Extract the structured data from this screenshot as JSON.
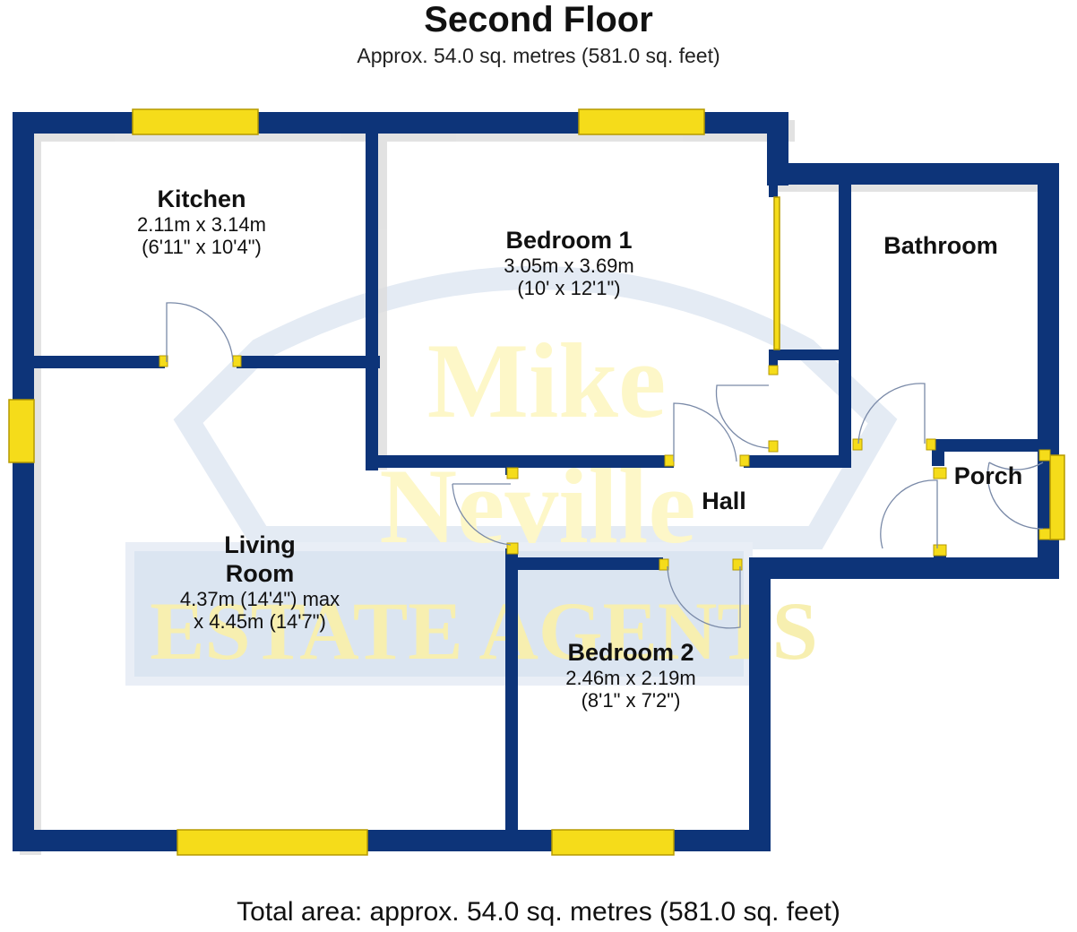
{
  "floor": {
    "title": "Second Floor",
    "subtitle": "Approx. 54.0 sq. metres (581.0 sq. feet)"
  },
  "footer": {
    "total_area": "Total area: approx. 54.0 sq. metres (581.0 sq. feet)"
  },
  "watermark": {
    "line1": "Mike",
    "line2": "Neville",
    "line3": "ESTATE AGENTS"
  },
  "rooms": {
    "kitchen": {
      "name": "Kitchen",
      "dim_m": "2.11m x 3.14m",
      "dim_ft": "(6'11\" x 10'4\")"
    },
    "bedroom1": {
      "name": "Bedroom 1",
      "dim_m": "3.05m x 3.69m",
      "dim_ft": "(10' x 12'1\")"
    },
    "bathroom": {
      "name": "Bathroom"
    },
    "hall": {
      "name": "Hall"
    },
    "porch": {
      "name": "Porch"
    },
    "living": {
      "name_line1": "Living",
      "name_line2": "Room",
      "dim_line1": "4.37m (14'4\") max",
      "dim_line2": "x 4.45m (14'7\")"
    },
    "bedroom2": {
      "name": "Bedroom 2",
      "dim_m": "2.46m x 2.19m",
      "dim_ft": "(8'1\" x 7'2\")"
    }
  },
  "colors": {
    "wall": "#0d3479",
    "window": "#f5dc1a",
    "shadow": "#d8d8d8",
    "watermark_fill": "#fdf7c8",
    "watermark_shape": "#e4ebf4"
  }
}
